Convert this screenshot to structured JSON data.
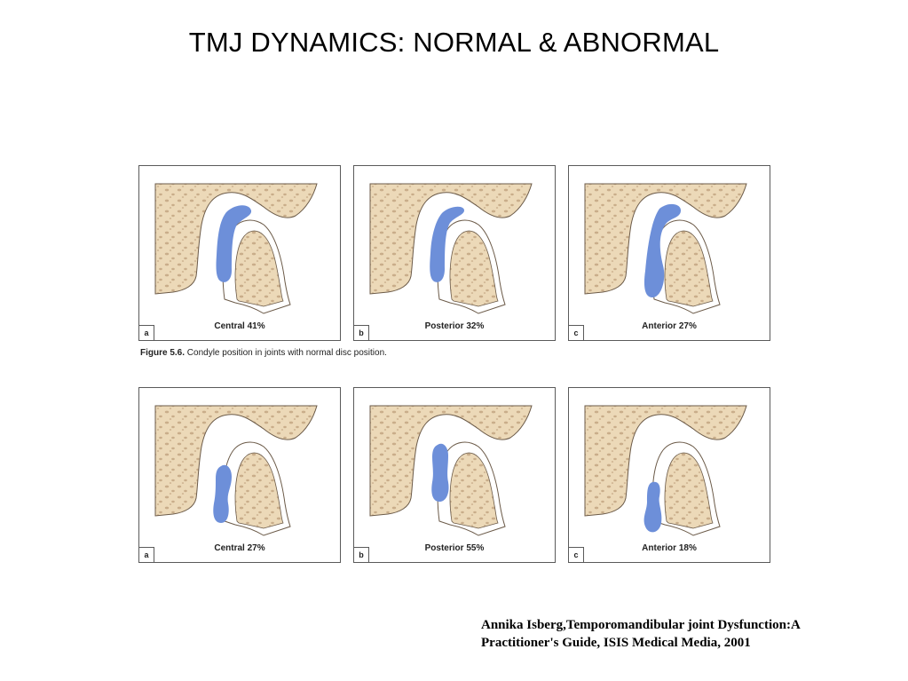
{
  "title": "TMJ DYNAMICS: NORMAL & ABNORMAL",
  "figure": {
    "caption_label": "Figure 5.6.",
    "caption_text": "Condyle position in joints with normal disc position."
  },
  "rows": [
    {
      "panels": [
        {
          "letter": "a",
          "label": "Central 41%",
          "disc": "normal"
        },
        {
          "letter": "b",
          "label": "Posterior 32%",
          "disc": "normal"
        },
        {
          "letter": "c",
          "label": "Anterior 27%",
          "disc": "normal"
        }
      ]
    },
    {
      "panels": [
        {
          "letter": "a",
          "label": "Central 27%",
          "disc": "displaced"
        },
        {
          "letter": "b",
          "label": "Posterior 55%",
          "disc": "displaced"
        },
        {
          "letter": "c",
          "label": "Anterior 18%",
          "disc": "displaced"
        }
      ]
    }
  ],
  "citation": {
    "line1": "Annika Isberg,Temporomandibular joint Dysfunction:A",
    "line2": "Practitioner's Guide,  ISIS Medical Media, 2001"
  },
  "colors": {
    "bone": "#ecd9b8",
    "bone_dots": "#c9ad8a",
    "disc": "#6d8fd9",
    "outline": "#6b5a48"
  }
}
